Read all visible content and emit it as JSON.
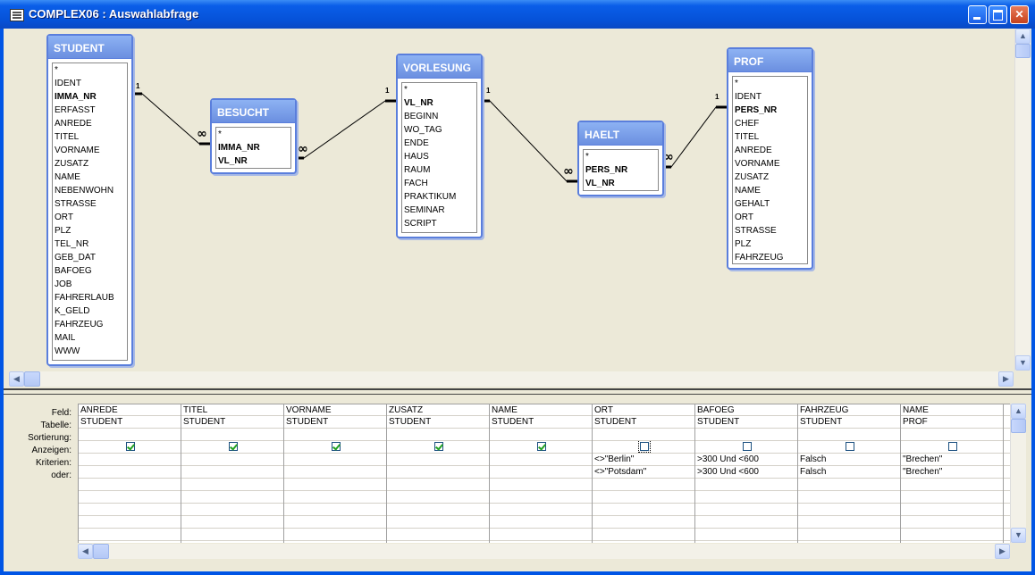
{
  "window": {
    "title": "COMPLEX06 : Auswahlabfrage"
  },
  "tables": [
    {
      "id": "student",
      "name": "STUDENT",
      "fields": [
        "*",
        "IDENT",
        "IMMA_NR",
        "ERFASST",
        "ANREDE",
        "TITEL",
        "VORNAME",
        "ZUSATZ",
        "NAME",
        "NEBENWOHN",
        "STRASSE",
        "ORT",
        "PLZ",
        "TEL_NR",
        "GEB_DAT",
        "BAFOEG",
        "JOB",
        "FAHRERLAUB",
        "K_GELD",
        "FAHRZEUG",
        "MAIL",
        "WWW"
      ],
      "keys": [
        "IMMA_NR"
      ]
    },
    {
      "id": "besucht",
      "name": "BESUCHT",
      "fields": [
        "*",
        "IMMA_NR",
        "VL_NR"
      ],
      "keys": [
        "IMMA_NR",
        "VL_NR"
      ]
    },
    {
      "id": "vorlesung",
      "name": "VORLESUNG",
      "fields": [
        "*",
        "VL_NR",
        "BEGINN",
        "WO_TAG",
        "ENDE",
        "HAUS",
        "RAUM",
        "FACH",
        "PRAKTIKUM",
        "SEMINAR",
        "SCRIPT"
      ],
      "keys": [
        "VL_NR"
      ]
    },
    {
      "id": "haelt",
      "name": "HAELT",
      "fields": [
        "*",
        "PERS_NR",
        "VL_NR"
      ],
      "keys": [
        "PERS_NR",
        "VL_NR"
      ]
    },
    {
      "id": "prof",
      "name": "PROF",
      "fields": [
        "*",
        "IDENT",
        "PERS_NR",
        "CHEF",
        "TITEL",
        "ANREDE",
        "VORNAME",
        "ZUSATZ",
        "NAME",
        "GEHALT",
        "ORT",
        "STRASSE",
        "PLZ",
        "FAHRZEUG"
      ],
      "keys": [
        "PERS_NR"
      ]
    }
  ],
  "relationships": [
    {
      "one_label": "1",
      "many_label": "∞"
    },
    {
      "one_label": "1",
      "many_label": "∞"
    },
    {
      "one_label": "1",
      "many_label": "∞"
    },
    {
      "one_label": "1",
      "many_label": "∞"
    }
  ],
  "row_labels": [
    "Feld:",
    "Tabelle:",
    "Sortierung:",
    "Anzeigen:",
    "Kriterien:",
    "oder:"
  ],
  "columns": [
    {
      "feld": "ANREDE",
      "tabelle": "STUDENT",
      "sortierung": "",
      "anzeigen": true,
      "kriterien": "",
      "oder": ""
    },
    {
      "feld": "TITEL",
      "tabelle": "STUDENT",
      "sortierung": "",
      "anzeigen": true,
      "kriterien": "",
      "oder": ""
    },
    {
      "feld": "VORNAME",
      "tabelle": "STUDENT",
      "sortierung": "",
      "anzeigen": true,
      "kriterien": "",
      "oder": ""
    },
    {
      "feld": "ZUSATZ",
      "tabelle": "STUDENT",
      "sortierung": "",
      "anzeigen": true,
      "kriterien": "",
      "oder": ""
    },
    {
      "feld": "NAME",
      "tabelle": "STUDENT",
      "sortierung": "",
      "anzeigen": true,
      "kriterien": "",
      "oder": ""
    },
    {
      "feld": "ORT",
      "tabelle": "STUDENT",
      "sortierung": "",
      "anzeigen": false,
      "kriterien": "<>\"Berlin\"",
      "oder": "<>\"Potsdam\""
    },
    {
      "feld": "BAFOEG",
      "tabelle": "STUDENT",
      "sortierung": "",
      "anzeigen": false,
      "kriterien": ">300 Und <600",
      "oder": ">300 Und <600"
    },
    {
      "feld": "FAHRZEUG",
      "tabelle": "STUDENT",
      "sortierung": "",
      "anzeigen": false,
      "kriterien": "Falsch",
      "oder": "Falsch"
    },
    {
      "feld": "NAME",
      "tabelle": "PROF",
      "sortierung": "",
      "anzeigen": false,
      "kriterien": "\"Brechen\"",
      "oder": "\"Brechen\""
    },
    {
      "feld": "",
      "tabelle": "",
      "sortierung": "",
      "anzeigen": null,
      "kriterien": "",
      "oder": ""
    }
  ]
}
